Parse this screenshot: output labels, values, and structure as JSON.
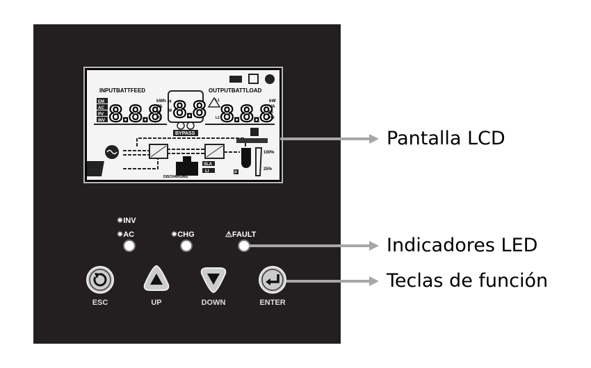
{
  "lcd": {
    "input_header": "INPUTBATTFEED",
    "output_header": "OUTPUTBATTLOAD",
    "input_sources": [
      "EM",
      "AC",
      "PV",
      "INV"
    ],
    "input_digits": "8.8.8",
    "center_digits": "8.8",
    "output_digits": "8.8.8",
    "input_units": [
      "kWh",
      "VA",
      "%",
      "Hz"
    ],
    "output_units": [
      "kW",
      "VA",
      "%",
      "Hz"
    ],
    "time_marks": [
      "H",
      "M"
    ],
    "line_marks": [
      "L1",
      "L2"
    ],
    "bypass": "BYPASS",
    "battery_types": [
      "SLA",
      "LI"
    ],
    "discharging": "DISCHARGING",
    "load_levels": [
      "100%",
      "25%"
    ],
    "p_mark": "P"
  },
  "leds": [
    {
      "label": "INV",
      "icon": "sun-icon"
    },
    {
      "label": "AC",
      "icon": "sun-icon"
    },
    {
      "label": "CHG",
      "icon": "sun-icon"
    },
    {
      "label": "FAULT",
      "icon": "warning-icon"
    }
  ],
  "keys": [
    {
      "label": "ESC",
      "icon": "rotate-back-icon"
    },
    {
      "label": "UP",
      "icon": "triangle-up-icon"
    },
    {
      "label": "DOWN",
      "icon": "triangle-down-icon"
    },
    {
      "label": "ENTER",
      "icon": "enter-icon"
    }
  ],
  "callouts": [
    "Pantalla LCD",
    "Indicadores LED",
    "Teclas de función"
  ]
}
